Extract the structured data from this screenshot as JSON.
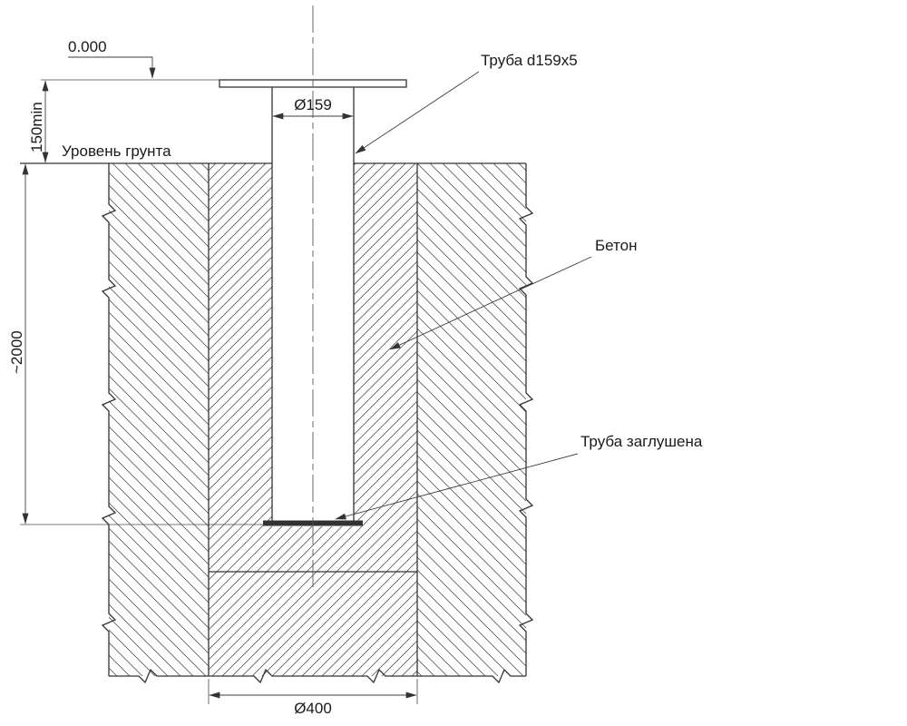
{
  "drawing": {
    "labels": {
      "elevation": "0.000",
      "pipe": "Труба d159x5",
      "pipe_diameter": "Ø159",
      "offset_min": "150min",
      "ground_level": "Уровень грунта",
      "depth": "~2000",
      "concrete": "Бетон",
      "pipe_capped": "Труба заглушена",
      "base_diameter": "Ø400"
    }
  }
}
